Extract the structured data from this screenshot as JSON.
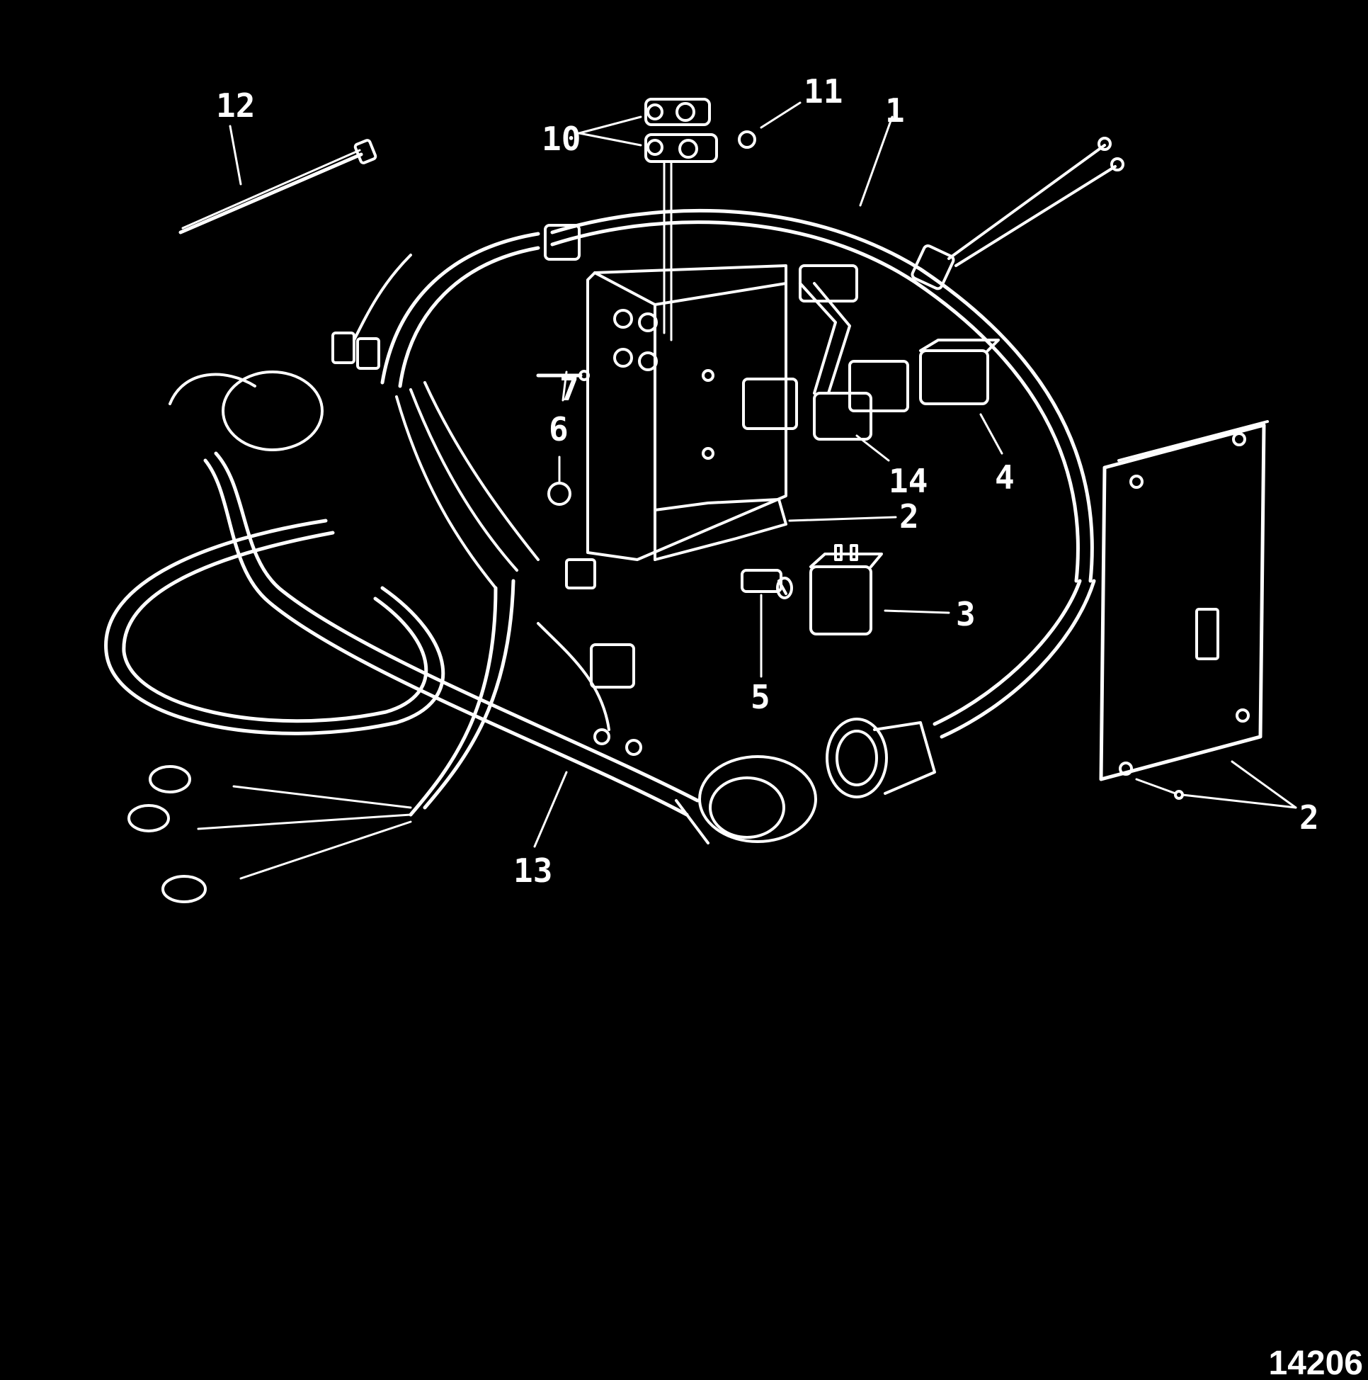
{
  "diagram": {
    "figure_number": "14206",
    "colors": {
      "background": "#000000",
      "line": "#ffffff"
    },
    "callouts": [
      {
        "id": "c12",
        "label": "12",
        "part": "cable-tie"
      },
      {
        "id": "c10",
        "label": "10",
        "part": "fuse-holder"
      },
      {
        "id": "c11",
        "label": "11",
        "part": "cap-nut"
      },
      {
        "id": "c1",
        "label": "1",
        "part": "wiring-harness"
      },
      {
        "id": "c7",
        "label": "7",
        "part": "screw"
      },
      {
        "id": "c6",
        "label": "6",
        "part": "nut"
      },
      {
        "id": "c14",
        "label": "14",
        "part": "relay"
      },
      {
        "id": "c4",
        "label": "4",
        "part": "relay"
      },
      {
        "id": "c2a",
        "label": "2",
        "part": "mounting-bracket"
      },
      {
        "id": "c3",
        "label": "3",
        "part": "relay"
      },
      {
        "id": "c5",
        "label": "5",
        "part": "bolt"
      },
      {
        "id": "c13",
        "label": "13",
        "part": "extension-harness"
      },
      {
        "id": "c2b",
        "label": "2",
        "part": "electronic-control-module"
      }
    ]
  }
}
